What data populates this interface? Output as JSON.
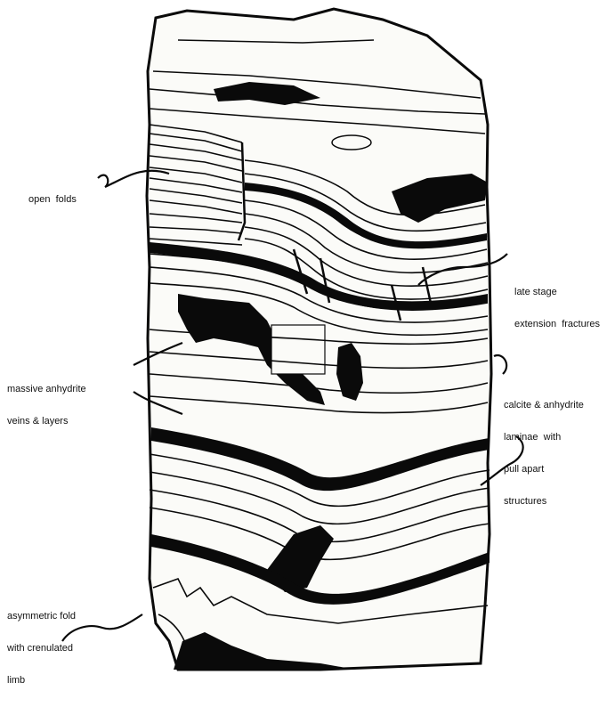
{
  "diagram": {
    "subject": "core sketch",
    "labels": {
      "open_folds": [
        "open  folds"
      ],
      "late_stage": [
        "late stage",
        "extension  fractures"
      ],
      "massive_anhydrite": [
        "massive anhydrite",
        "veins & layers"
      ],
      "calcite_anhydrite": [
        "calcite & anhydrite",
        "laminae  with",
        "pull apart",
        "structures"
      ],
      "asymmetric_fold": [
        "asymmetric fold",
        "with crenulated",
        "limb"
      ]
    },
    "colors": {
      "ink": "#0a0a0a",
      "paper": "#ffffff",
      "core_fill": "#fbfbf8"
    }
  }
}
